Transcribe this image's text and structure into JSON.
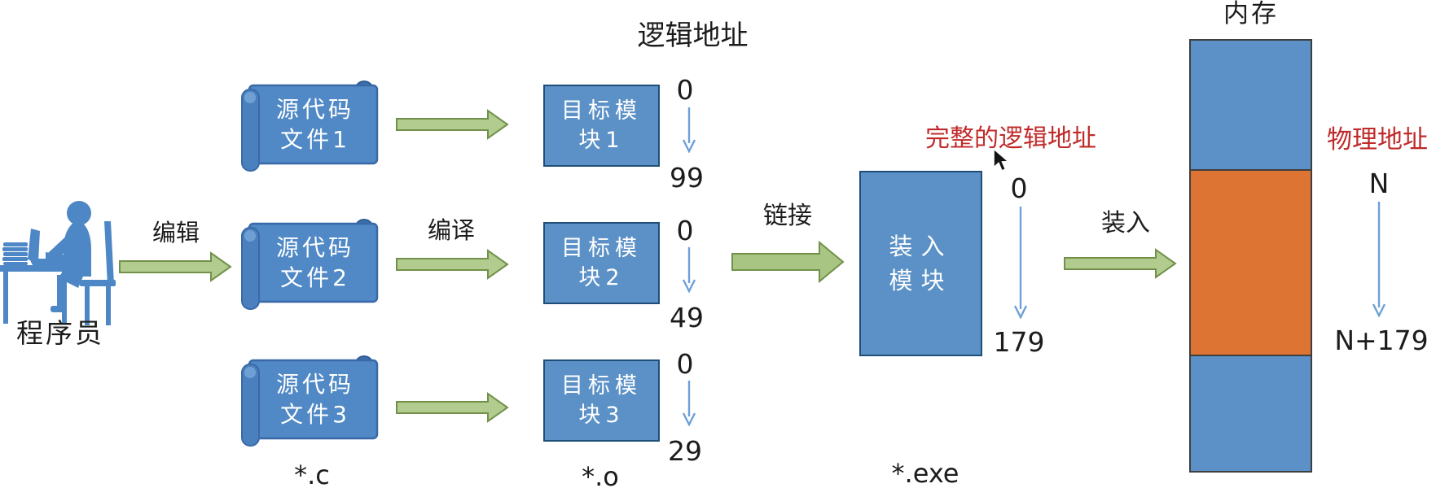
{
  "colors": {
    "shape_blue": "#5b91c6",
    "shape_blue_border": "#1f4e79",
    "scroll_blue": "#5089c5",
    "memory_orange": "#dd7434",
    "arrow_green_fill": "#b2cb8e",
    "arrow_green_border": "#71914a",
    "thin_arrow_blue": "#6f9fd8",
    "red_text": "#c02a2a"
  },
  "programmer": {
    "label": "程序员"
  },
  "arrows": {
    "edit": "编辑",
    "compile": "编译",
    "link": "链接",
    "load": "装入"
  },
  "source_files": {
    "items": [
      {
        "line1": "源代码",
        "line2": "文件1"
      },
      {
        "line1": "源代码",
        "line2": "文件2"
      },
      {
        "line1": "源代码",
        "line2": "文件3"
      }
    ],
    "ext": "*.c"
  },
  "logical_address": {
    "title": "逻辑地址"
  },
  "modules": {
    "items": [
      {
        "line1": "目标模",
        "line2": "块1",
        "start": "0",
        "end": "99"
      },
      {
        "line1": "目标模",
        "line2": "块2",
        "start": "0",
        "end": "49"
      },
      {
        "line1": "目标模",
        "line2": "块3",
        "start": "0",
        "end": "29"
      }
    ],
    "ext": "*.o"
  },
  "load_module": {
    "line1": "装入",
    "line2": "模块",
    "address_title": "完整的逻辑地址",
    "start": "0",
    "end": "179",
    "ext": "*.exe"
  },
  "memory": {
    "title": "内存",
    "address_title": "物理地址",
    "start": "N",
    "end": "N+179"
  }
}
